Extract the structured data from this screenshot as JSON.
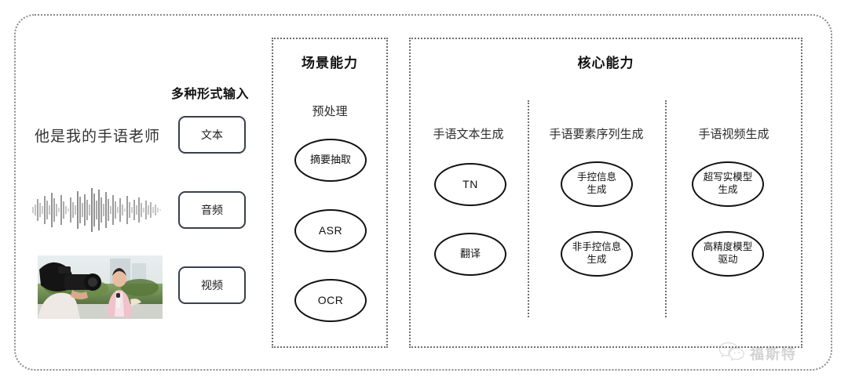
{
  "diagram": {
    "input_section": {
      "title": "多种形式输入",
      "sentence": "他是我的手语老师",
      "waveform_name": "audio-waveform",
      "video_name": "video-thumbnail",
      "chips": [
        {
          "label": "文本"
        },
        {
          "label": "音频"
        },
        {
          "label": "视频"
        }
      ]
    },
    "scene_section": {
      "title": "场景能力",
      "columns": [
        {
          "title": "预处理",
          "nodes": [
            {
              "label": "摘要抽取",
              "lang": "zh"
            },
            {
              "label": "ASR",
              "lang": "latin"
            },
            {
              "label": "OCR",
              "lang": "latin"
            }
          ]
        }
      ]
    },
    "core_section": {
      "title": "核心能力",
      "columns": [
        {
          "title": "手语文本生成",
          "nodes": [
            {
              "label": "TN",
              "lang": "latin"
            },
            {
              "label": "翻译",
              "lang": "zh"
            }
          ]
        },
        {
          "title": "手语要素序列生成",
          "nodes": [
            {
              "label": "手控信息\n生成",
              "lang": "zh"
            },
            {
              "label": "非手控信息\n生成",
              "lang": "zh"
            }
          ]
        },
        {
          "title": "手语视频生成",
          "nodes": [
            {
              "label": "超写实模型\n生成",
              "lang": "zh"
            },
            {
              "label": "高精度模型\n驱动",
              "lang": "zh"
            }
          ]
        }
      ]
    },
    "watermark": {
      "text": "福斯特",
      "icon": "wechat-bubbles-icon"
    },
    "colors": {
      "frame_dotted": "#8a8a8a",
      "section_dotted": "#6e6e6e",
      "ellipse_stroke": "#111111",
      "chip_stroke": "#3a3f4a",
      "text": "#1a1a1a",
      "watermark": "#6f6f6f"
    }
  }
}
